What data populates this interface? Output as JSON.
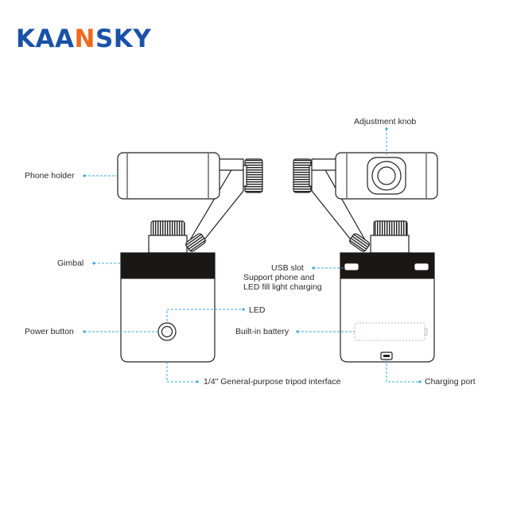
{
  "brand": {
    "part1": "KAA",
    "part2": "N",
    "part3": "SKY",
    "color_primary": "#1a52a8",
    "color_accent": "#f06a1c"
  },
  "labels": {
    "adjustment_knob": "Adjustment knob",
    "phone_holder": "Phone holder",
    "gimbal": "Gimbal",
    "usb_slot": "USB slot",
    "usb_slot_desc_1": "Support phone and",
    "usb_slot_desc_2": "LED fill light charging",
    "led": "LED",
    "power_button": "Power button",
    "built_in_battery": "Built-in battery",
    "tripod_interface": "1/4\" General-purpose tripod interface",
    "charging_port": "Charging port"
  },
  "colors": {
    "callout": "#3aa8d8",
    "outline": "#222222",
    "band": "#1c1717"
  }
}
